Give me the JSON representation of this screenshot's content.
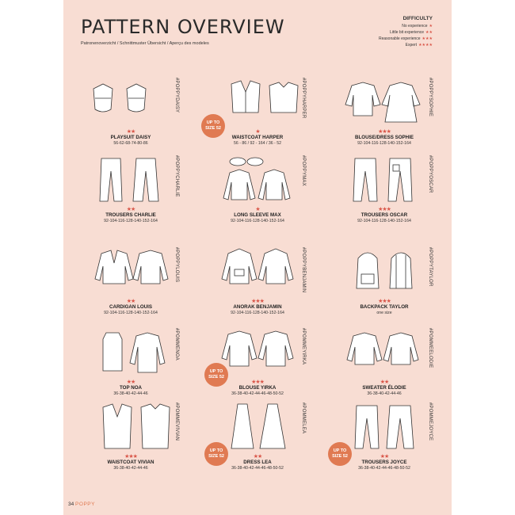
{
  "header": {
    "title": "PATTERN OVERVIEW",
    "subtitle": "Patronenoverzicht / Schnittmuster Übersicht / Aperçu des modeles"
  },
  "difficulty": {
    "title": "DIFFICULTY",
    "levels": [
      {
        "label": "No experience",
        "stars": "★"
      },
      {
        "label": "Little bit experience",
        "stars": "★★"
      },
      {
        "label": "Reasonable experience",
        "stars": "★★★"
      },
      {
        "label": "Expert",
        "stars": "★★★★"
      }
    ]
  },
  "patterns": [
    {
      "name": "PLAYSUIT DAISY",
      "stars": "★★",
      "sizes": "56-62-68-74-80-86",
      "tag": "#POPPYDAISY",
      "icon": "playsuit-icon"
    },
    {
      "name": "WAISTCOAT HARPER",
      "stars": "★",
      "sizes": "56 - 86 / 92 - 164 / 36 - 52",
      "tag": "#POPPYHARPER",
      "badge": "UP TO SIZE 52",
      "icon": "waistcoat-icon"
    },
    {
      "name": "BLOUSE/DRESS SOPHIE",
      "stars": "★★★",
      "sizes": "92-104-116-128-140-152-164",
      "tag": "#POPPYSOPHIE",
      "icon": "blouse-icon"
    },
    {
      "name": "TROUSERS CHARLIE",
      "stars": "★★",
      "sizes": "92-104-116-128-140-152-164",
      "tag": "#POPPYCHARLIE",
      "icon": "trousers-icon"
    },
    {
      "name": "LONG SLEEVE MAX",
      "stars": "★",
      "sizes": "92-104-116-128-140-152-164",
      "tag": "#POPPYMAX",
      "icon": "longsleeve-icon"
    },
    {
      "name": "TROUSERS OSCAR",
      "stars": "★★★",
      "sizes": "92-104-116-128-140-152-164",
      "tag": "#POPPYOSCAR",
      "icon": "trousers-icon"
    },
    {
      "name": "CARDIGAN LOUIS",
      "stars": "★★",
      "sizes": "92-104-116-128-140-152-164",
      "tag": "#POPPYLOUIS",
      "icon": "cardigan-icon"
    },
    {
      "name": "ANORAK BENJAMIN",
      "stars": "★★★",
      "sizes": "92-104-116-128-140-152-164",
      "tag": "#POPPYBENJAMIN",
      "icon": "anorak-icon"
    },
    {
      "name": "BACKPACK TAYLOR",
      "stars": "★★★",
      "sizes": "one size",
      "tag": "#POPPYTAYLOR",
      "icon": "backpack-icon"
    },
    {
      "name": "TOP NOA",
      "stars": "★★",
      "sizes": "36-38-40-42-44-46",
      "tag": "#POMMENOA",
      "icon": "top-icon"
    },
    {
      "name": "BLOUSE YIRKA",
      "stars": "★★★",
      "sizes": "36-38-40-42-44-46-48-50-52",
      "tag": "#POMMEYIRKA",
      "badge": "UP TO SIZE 52",
      "icon": "blouse-icon"
    },
    {
      "name": "SWEATER ÉLODIE",
      "stars": "★★",
      "sizes": "36-38-40-42-44-46",
      "tag": "#POMMEELODIE",
      "icon": "sweater-icon"
    },
    {
      "name": "WAISTCOAT VIVIAN",
      "stars": "★★★",
      "sizes": "36-38-40-42-44-46",
      "tag": "#POMMEVIVIAN",
      "icon": "waistcoat-icon"
    },
    {
      "name": "DRESS LEA",
      "stars": "★★",
      "sizes": "36-38-40-42-44-46-48-50-52",
      "tag": "#POMMELEA",
      "badge": "UP TO SIZE 52",
      "icon": "dress-icon"
    },
    {
      "name": "TROUSERS JOYCE",
      "stars": "★★",
      "sizes": "36-38-40-42-44-46-48-50-52",
      "tag": "#POMMEJOYCE",
      "badge": "UP TO SIZE 52",
      "icon": "trousers-icon"
    }
  ],
  "footer": {
    "page_number": "34",
    "brand": "POPPY"
  },
  "colors": {
    "page_background": "#f8ddd3",
    "accent": "#d9574a",
    "badge": "#e07a52"
  }
}
